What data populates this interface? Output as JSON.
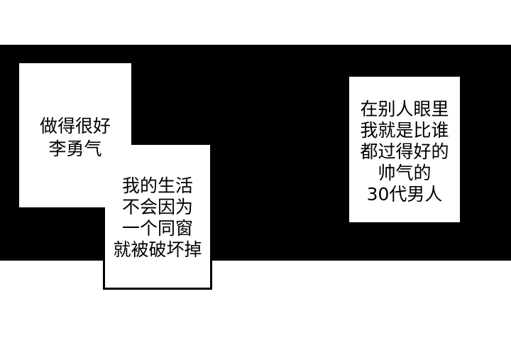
{
  "page": {
    "type": "comic-panel-page",
    "background_color": "#ffffff",
    "panel_color": "#000000",
    "bubble_fill_color": "#ffffff",
    "bubble_border_color": "#000000",
    "text_color": "#000000"
  },
  "bubbles": [
    {
      "name": "speech-bubble-1",
      "lines": [
        "做得很好",
        "李勇气"
      ]
    },
    {
      "name": "speech-bubble-2",
      "lines": [
        "我的生活",
        "不会因为",
        "一个同窗",
        "就被破坏掉"
      ]
    },
    {
      "name": "speech-bubble-3",
      "lines": [
        "在别人眼里",
        "我就是比谁",
        "都过得好的",
        "帅气的",
        "30代男人"
      ]
    }
  ]
}
